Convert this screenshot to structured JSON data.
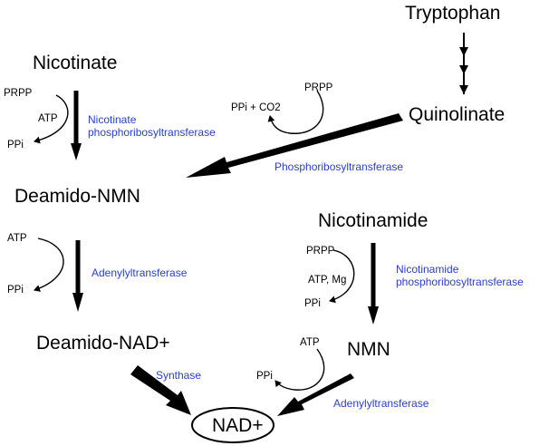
{
  "metabolites": {
    "tryptophan": "Tryptophan",
    "nicotinate": "Nicotinate",
    "quinolinate": "Quinolinate",
    "deamido_nmn": "Deamido-NMN",
    "nicotinamide": "Nicotinamide",
    "deamido_nad": "Deamido-NAD+",
    "nmn": "NMN",
    "nad": "NAD+"
  },
  "enzymes": {
    "nicotinate_prt_line1": "Nicotinate",
    "nicotinate_prt_line2": "phosphoribosyltransferase",
    "quinolinate_prt": "Phosphoribosyltransferase",
    "deamido_adenylyl": "Adenylyltransferase",
    "nicotinamide_prt_line1": "Nicotinamide",
    "nicotinamide_prt_line2": "phosphoribosyltransferase",
    "synthase": "Synthase",
    "nmn_adenylyl": "Adenylyltransferase"
  },
  "cofactors": {
    "prpp_1": "PRPP",
    "atp_1": "ATP",
    "ppi_1": "PPi",
    "prpp_2": "PRPP",
    "ppi_co2": "PPi + CO2",
    "atp_2": "ATP",
    "ppi_2": "PPi",
    "prpp_3": "PRPP",
    "atp_mg": "ATP, Mg",
    "ppi_3": "PPi",
    "atp_3": "ATP",
    "ppi_4": "PPi"
  },
  "colors": {
    "enzyme_text": "#2a3fd0",
    "metabolite_text": "#000000",
    "arrow": "#000000"
  }
}
